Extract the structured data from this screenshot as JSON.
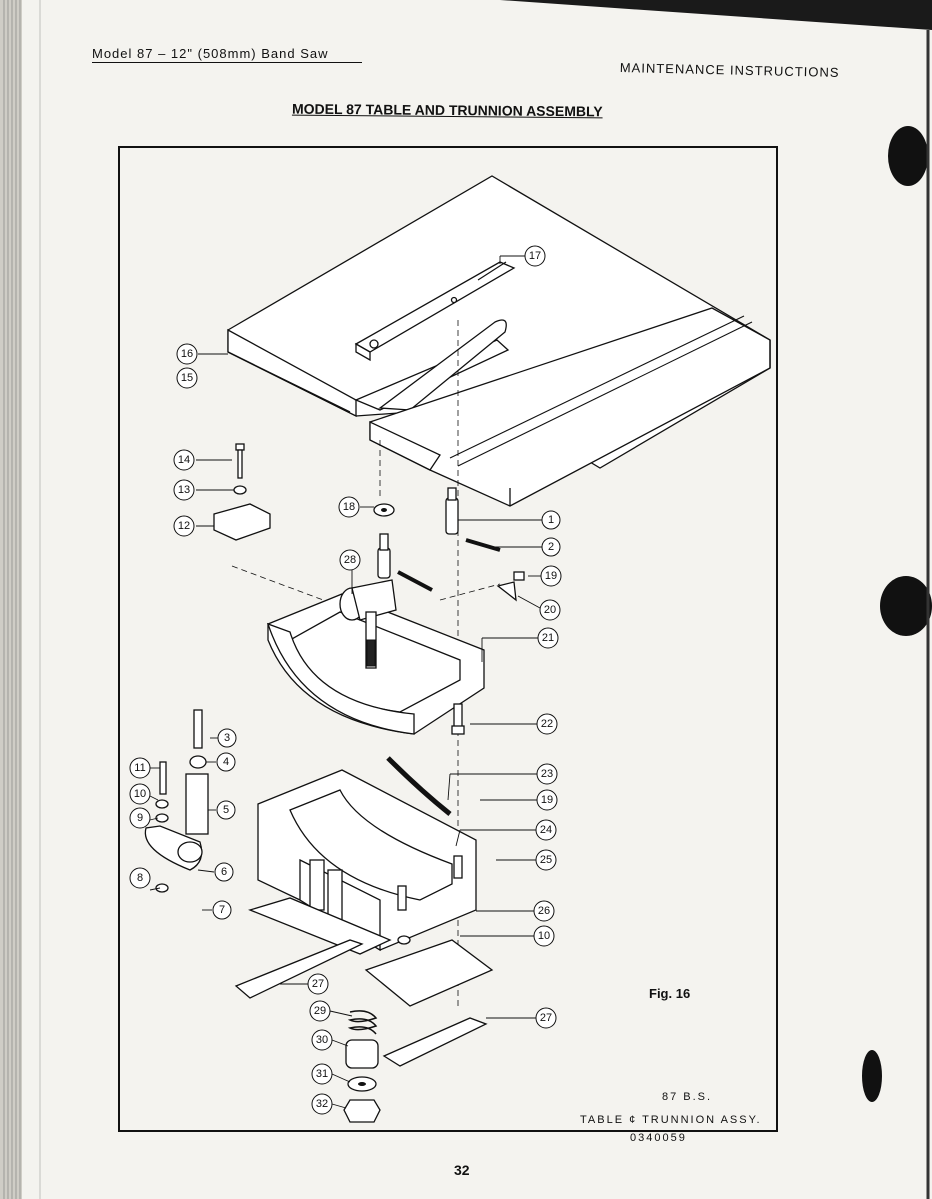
{
  "header": {
    "left": "Model 87 – 12\" (508mm) Band Saw",
    "right": "MAINTENANCE INSTRUCTIONS"
  },
  "title": "MODEL 87 TABLE AND TRUNNION ASSEMBLY",
  "figure": {
    "label": "Fig. 16",
    "caption_line1": "87  B.S.",
    "caption_line2": "TABLE ¢ TRUNNION  ASSY.",
    "caption_line3": "0340059"
  },
  "callouts": [
    "17",
    "16",
    "15",
    "14",
    "13",
    "12",
    "18",
    "1",
    "2",
    "28",
    "19",
    "20",
    "21",
    "3",
    "22",
    "4",
    "11",
    "10",
    "5",
    "9",
    "23",
    "19",
    "24",
    "25",
    "6",
    "8",
    "7",
    "26",
    "10",
    "27",
    "29",
    "27",
    "30",
    "31",
    "32"
  ],
  "page_number": "32"
}
